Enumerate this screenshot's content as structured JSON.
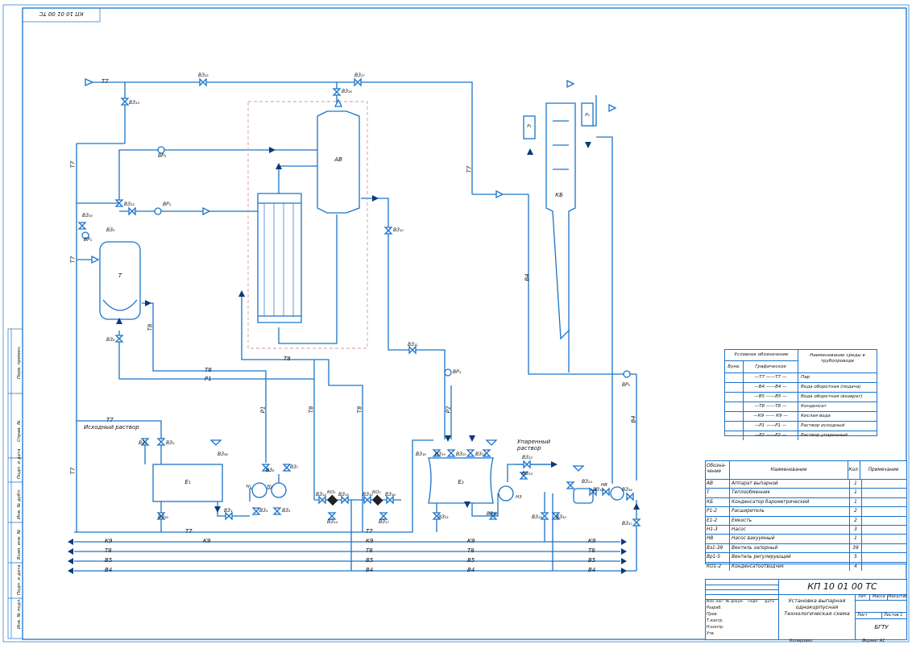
{
  "drawing": {
    "code_top": "КП 10 01 00 ТС",
    "code": "КП 10 01 00 ТС",
    "title_line1": "Установка выпарная",
    "title_line2": "однокорпусная",
    "title_line3": "Технологическая схема",
    "org": "БГТУ",
    "sheet_label": "Лит.",
    "mass_label": "Масса",
    "scale_label": "Масштаб",
    "sheet_of": "Лист",
    "sheets": "Листов",
    "sheets_count": "1",
    "copied": "Копировал",
    "format": "Формат А1",
    "stamp_rows": [
      "Изм.",
      "Лист",
      "№ докум.",
      "Подп.",
      "Дата"
    ],
    "stamp_roles": [
      "Разраб.",
      "Пров.",
      "Т.контр.",
      "Н.контр.",
      "Утв."
    ],
    "side_labels": [
      "Инв. № подл.",
      "Подп. и дата",
      "Взам. инв. №",
      "Инв. № дубл.",
      "Подп. и дата",
      "Справ. №",
      "Перв. примен."
    ]
  },
  "equipment": {
    "AV": "АВ",
    "T": "Т",
    "KB": "КБ",
    "P1": "Р₁",
    "P2": "Р₂",
    "E1": "Е₁",
    "E2": "Е₂",
    "H1": "Н₁",
    "H2": "Н₂",
    "H3": "Н3",
    "NV": "НВ",
    "KO1": "КО₁",
    "KO2": "КО₂"
  },
  "line_labels": {
    "T7": "Т7",
    "T8": "Т8",
    "P1": "Р1",
    "P2": "Р2",
    "K9": "К9",
    "B4": "В4",
    "B5": "В5"
  },
  "annotations": {
    "source_solution": "Исходный раствор",
    "evaporated_solution_1": "Упаренный",
    "evaporated_solution_2": "раствор"
  },
  "valves": [
    "ВЗ₁",
    "ВЗ₂",
    "ВЗ₃",
    "ВЗ₄",
    "ВЗ₅",
    "ВЗ₆",
    "ВЗ₇",
    "ВЗ₈",
    "ВЗ₉",
    "ВЗ₁₀",
    "ВЗ₁₁",
    "ВЗ₁₂",
    "ВЗ₁₃",
    "ВЗ₁₄",
    "ВЗ₁₅",
    "ВЗ₁₆",
    "ВЗ₁₇",
    "ВЗ₁₈",
    "ВЗ₁₉",
    "ВЗ₂₀",
    "ВЗ₂₁",
    "ВЗ₂₂",
    "ВЗ₂₃",
    "ВЗ₂₄",
    "ВЗ₂₅",
    "ВЗ₂₆",
    "ВЗ₂₇",
    "ВЗ₂₈",
    "ВЗ₂₉",
    "ВЗ₃₀",
    "ВЗ₃₁",
    "ВЗ₃₂",
    "ВЗ₃₃",
    "ВЗ₃₄",
    "ВЗ₃₅",
    "ВЗ₃₆",
    "ВЗ₃₇",
    "ВЗ₃₈",
    "ВЗ₃₉"
  ],
  "reg_valves": [
    "ВР₁",
    "ВР₂",
    "ВР₃",
    "ВР₄",
    "ВР₅"
  ],
  "legend": {
    "header_symbol": "Условное обозначение",
    "header_letter": "Букв.",
    "header_graphic": "Графическое",
    "header_medium": "Наименование среды в трубопроводе",
    "rows": [
      {
        "g": "—Т7 ——Т7 —",
        "m": "Пар"
      },
      {
        "g": "—В4 ——В4 —",
        "m": "Вода оборотная (подача)"
      },
      {
        "g": "—В5 ——В5 —",
        "m": "Вода оборотная (возврат)"
      },
      {
        "g": "—Т8 ——Т8 —",
        "m": "Конденсат"
      },
      {
        "g": "—К9 —— К9 —",
        "m": "Кислая вода"
      },
      {
        "g": "—Р1 ——Р1 —",
        "m": "Раствор исходный"
      },
      {
        "g": "—Р2 ——Р2 —",
        "m": "Раствор упаренный"
      }
    ]
  },
  "spec": {
    "h_code": "Обозна-чение",
    "h_name": "Наименование",
    "h_qty": "Кол.",
    "h_note": "Примечание",
    "rows": [
      {
        "c": "АВ",
        "n": "Аппарат выпарной",
        "q": "1"
      },
      {
        "c": "Т",
        "n": "Теплообменник",
        "q": "1"
      },
      {
        "c": "КБ",
        "n": "Конденсатор барометрический",
        "q": "1"
      },
      {
        "c": "Р1-2",
        "n": "Расширитель",
        "q": "2"
      },
      {
        "c": "Е1-2",
        "n": "Емкость",
        "q": "2"
      },
      {
        "c": "Н1-3",
        "n": "Насос",
        "q": "3"
      },
      {
        "c": "НВ",
        "n": "Насос вакуумный",
        "q": "1"
      },
      {
        "c": "Вз1-39",
        "n": "Вентиль запорный",
        "q": "39"
      },
      {
        "c": "Вр1-5",
        "n": "Вентиль регулирующий",
        "q": "5"
      },
      {
        "c": "КО1-2",
        "n": "Конденсатоотводчик",
        "q": "4"
      }
    ]
  }
}
